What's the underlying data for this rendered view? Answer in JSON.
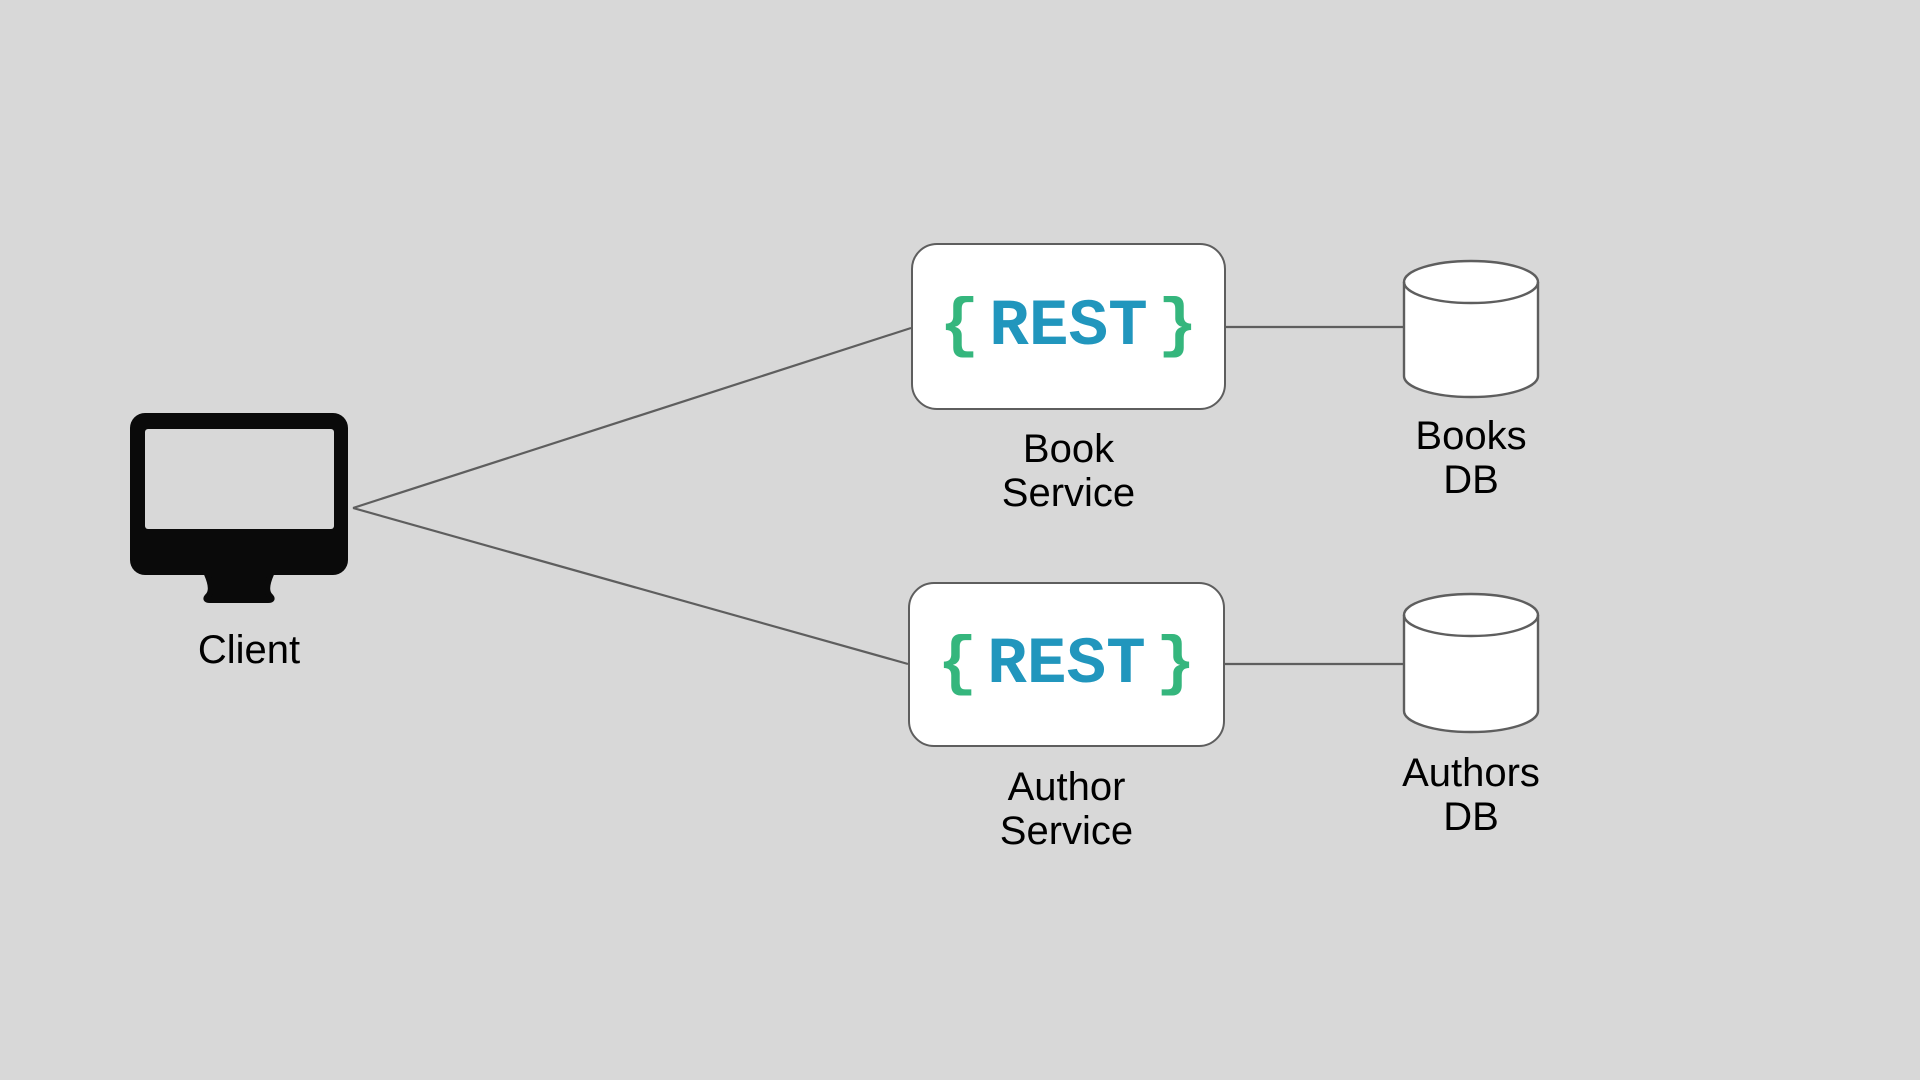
{
  "colors": {
    "bg": "#d8d8d8",
    "stroke": "#5e5e5e",
    "node_fill": "#ffffff",
    "rest_blue": "#2196bd",
    "brace_green": "#35b67d",
    "label_text": "#000000",
    "icon_black": "#0a0a0a"
  },
  "client": {
    "label": "Client",
    "icon": "desktop-monitor-icon"
  },
  "services": [
    {
      "name": "Book Service",
      "logo": {
        "open": "{",
        "text": "REST",
        "close": "}"
      },
      "label_lines": [
        "Book",
        "Service"
      ]
    },
    {
      "name": "Author Service",
      "logo": {
        "open": "{",
        "text": "REST",
        "close": "}"
      },
      "label_lines": [
        "Author",
        "Service"
      ]
    }
  ],
  "databases": [
    {
      "name": "Books DB",
      "icon": "database-cylinder-icon",
      "label_lines": [
        "Books",
        "DB"
      ]
    },
    {
      "name": "Authors DB",
      "icon": "database-cylinder-icon",
      "label_lines": [
        "Authors",
        "DB"
      ]
    }
  ],
  "connections": [
    {
      "from": "Client",
      "to": "Book Service"
    },
    {
      "from": "Client",
      "to": "Author Service"
    },
    {
      "from": "Book Service",
      "to": "Books DB"
    },
    {
      "from": "Author Service",
      "to": "Authors DB"
    }
  ]
}
